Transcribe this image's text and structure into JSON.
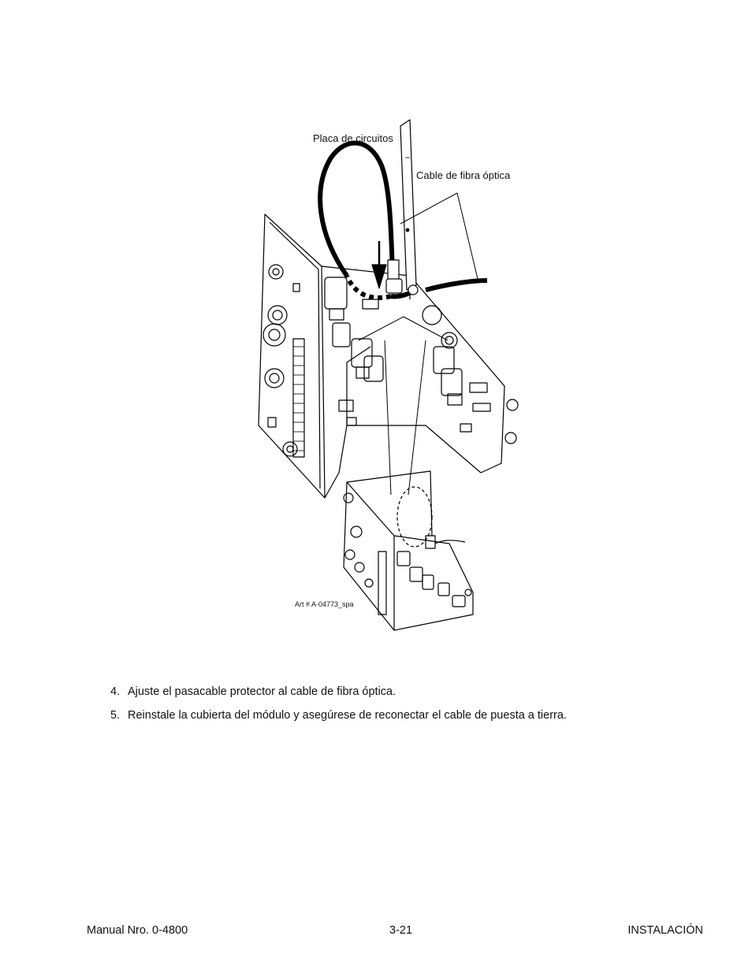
{
  "figure": {
    "callouts": {
      "circuit_board": "Placa de circuitos",
      "fiber_cable": "Cable de fibra óptica"
    },
    "art_number": "Art # A-04773_spa"
  },
  "steps": [
    {
      "number": "4.",
      "text": "Ajuste el pasacable protector al cable de fibra óptica."
    },
    {
      "number": "5.",
      "text": "Reinstale la cubierta del módulo y asegúrese de reconectar el cable de puesta a tierra."
    }
  ],
  "footer": {
    "manual": "Manual Nro. 0-4800",
    "page": "3-21",
    "section": "INSTALACIÓN"
  }
}
